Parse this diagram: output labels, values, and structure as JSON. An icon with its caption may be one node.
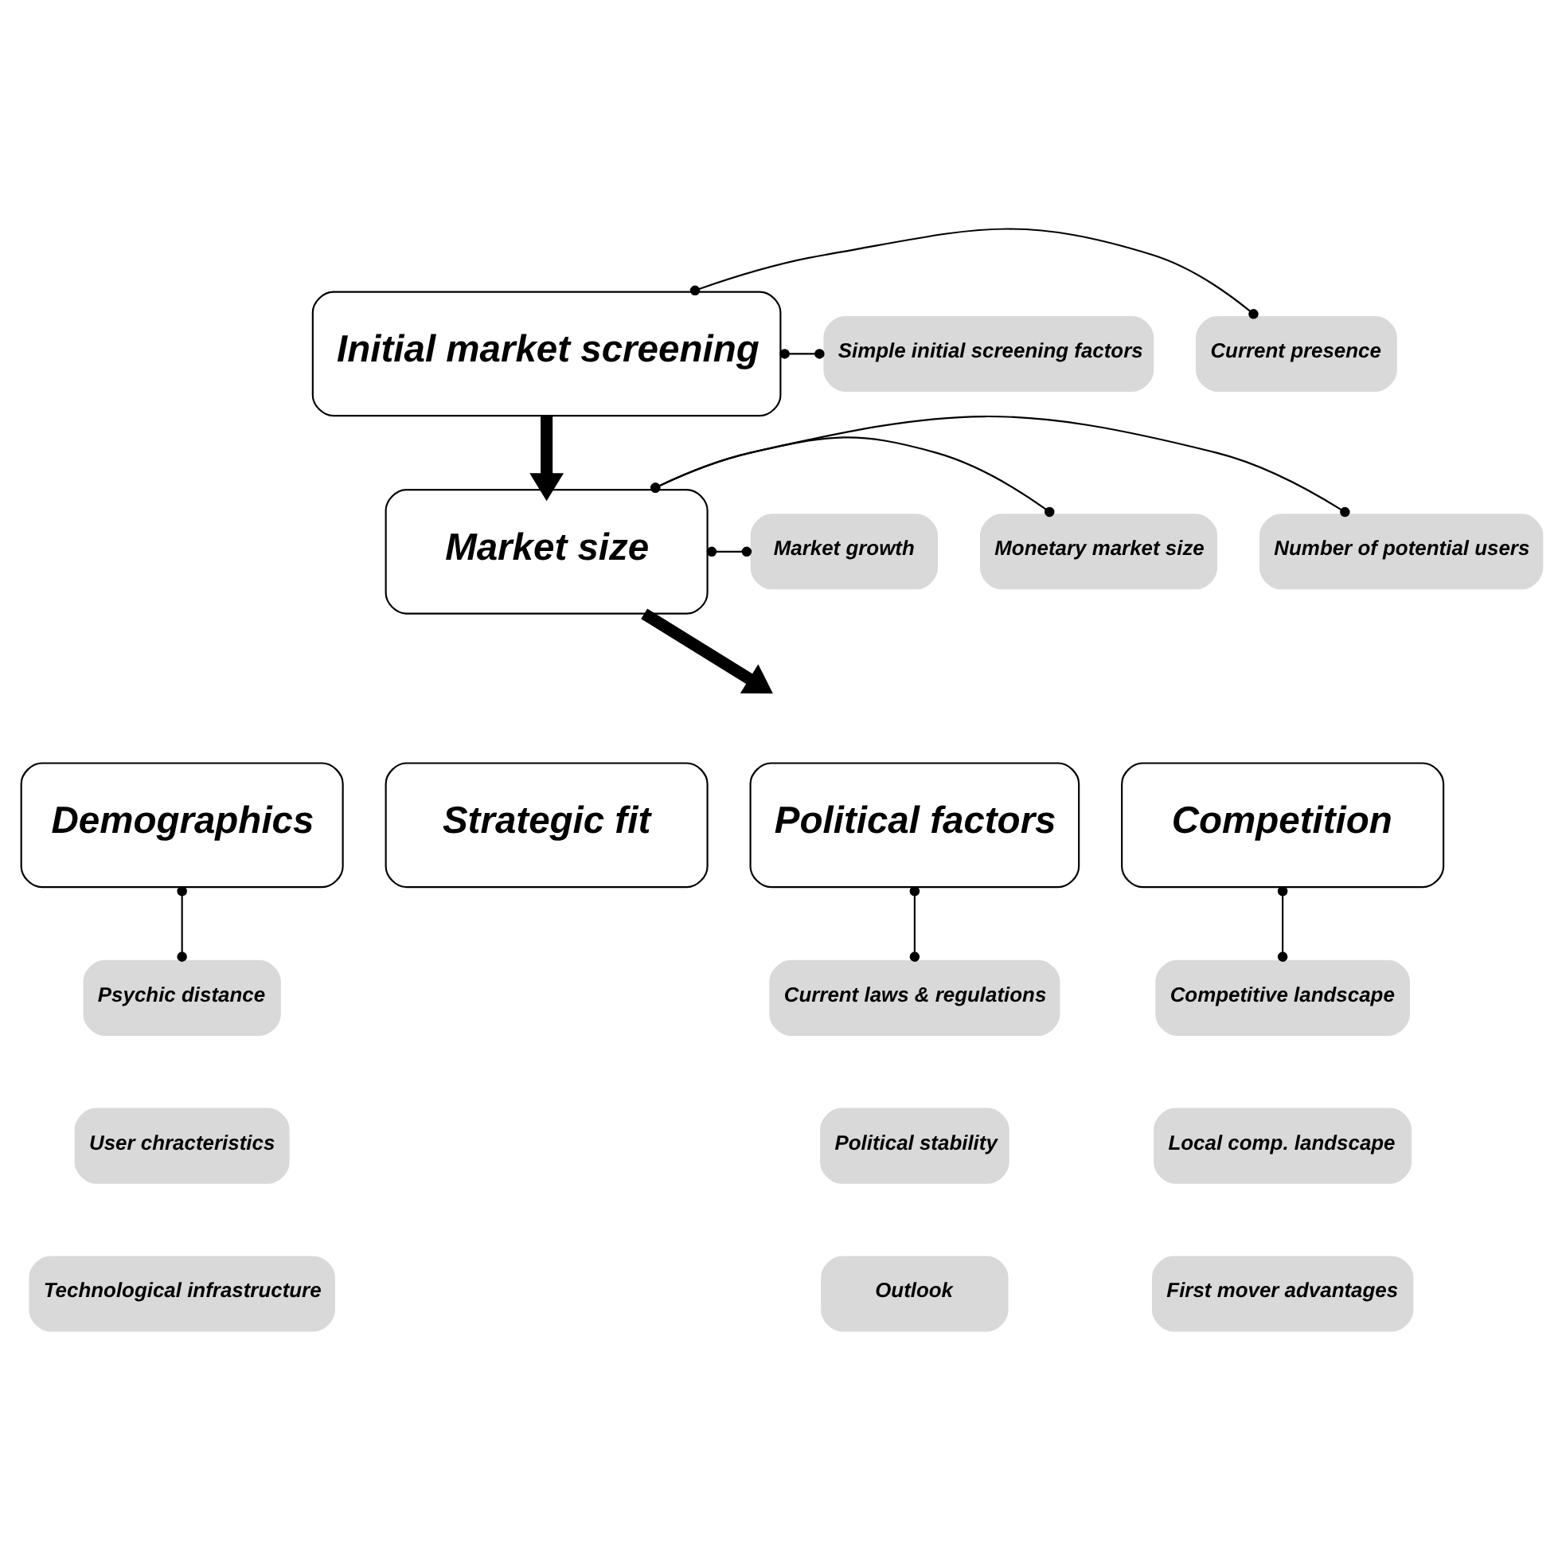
{
  "diagram": {
    "nodes": [
      {
        "text": [
          "Initial market screening"
        ]
      },
      {
        "text": [
          "Current presence"
        ]
      },
      {
        "text": [
          "Simple initial screening factors"
        ]
      },
      {
        "text": [
          "Market size"
        ]
      },
      {
        "text": [
          "Number of potential users"
        ]
      },
      {
        "text": [
          "Monetary market size"
        ]
      },
      {
        "text": [
          "Market growth"
        ]
      },
      {
        "text": [
          "Demographics"
        ]
      },
      {
        "text": [
          "Political factors"
        ]
      },
      {
        "text": [
          "Competition"
        ]
      },
      {
        "text": [
          "Strategic fit"
        ]
      },
      {
        "text": [
          "Psychic distance"
        ]
      },
      {
        "text": [
          "User chracteristics"
        ]
      },
      {
        "text": [
          "Technological infrastructure"
        ]
      },
      {
        "text": [
          "Current laws & regulations"
        ]
      },
      {
        "text": [
          "Political stability"
        ]
      },
      {
        "text": [
          "Outlook"
        ]
      },
      {
        "text": [
          "Competitive landscape"
        ]
      },
      {
        "text": [
          "Local comp. landscape"
        ]
      },
      {
        "text": [
          "First mover advantages"
        ]
      }
    ],
    "edges": [
      {
        "from": 0,
        "to": 1,
        "arrow": "other"
      },
      {
        "from": 0,
        "to": 2,
        "arrow": "other"
      },
      {
        "from": 0,
        "to": 3,
        "arrow": "to",
        "style": "thick"
      },
      {
        "from": 3,
        "to": 4,
        "arrow": "other"
      },
      {
        "from": 3,
        "to": 5,
        "arrow": "other"
      },
      {
        "from": 3,
        "to": 6,
        "arrow": "other"
      },
      {
        "from": 3,
        "to": null,
        "arrow": "to",
        "style": "thick"
      },
      {
        "from": 7,
        "to": 11,
        "arrow": "other"
      },
      {
        "from": 8,
        "to": 14,
        "arrow": "other"
      },
      {
        "from": 9,
        "to": 17,
        "arrow": "other"
      }
    ]
  }
}
